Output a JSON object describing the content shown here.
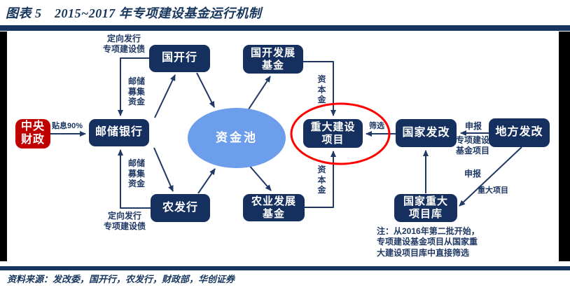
{
  "header": {
    "title": "图表 5　2015~2017 年专项建设基金运行机制"
  },
  "nodes": {
    "central_finance": "中央\n财政",
    "postal_bank": "邮储银行",
    "cdb_bank": "国开行",
    "adbc_bank": "农发行",
    "capital_pool": "资金池",
    "cdb_fund": "国开发展\n基金",
    "agri_fund": "农业发展\n基金",
    "major_projects": "重大建设\n项目",
    "national_ndrc": "国家发改",
    "local_ndrc": "地方发改",
    "national_project_db": "国家重大\n项目库"
  },
  "edge_labels": {
    "interest_subsidy": "贴息90%",
    "directed_bond_top": "定向发行\n专项建设债",
    "postal_funds_top": "邮储\n募集\n资金",
    "postal_funds_bottom": "邮储\n募集\n资金",
    "directed_bond_bottom": "定向发行\n专项建设债",
    "capital_top": "资\n本\n金",
    "capital_bottom": "资\n本\n金",
    "screening": "筛选",
    "declare_top": "申报",
    "fund_projects": "专项建设\n基金项目",
    "declare_bottom": "申报",
    "major_project": "重大项目"
  },
  "footnote": "注：从2016年第二批开始，\n专项建设基金项目从国家重\n大建设项目库中直接筛选",
  "source": "资料来源：发改委，国开行，农发行，财政部，华创证券",
  "colors": {
    "title_navy": "#17365D",
    "arrow_navy": "#1F3864",
    "box_navy": "#15305F",
    "pool_blue": "#6D9EEB",
    "box_red": "#C00000",
    "highlight_circle_red": "#FF0000",
    "border_black": "#000000"
  }
}
